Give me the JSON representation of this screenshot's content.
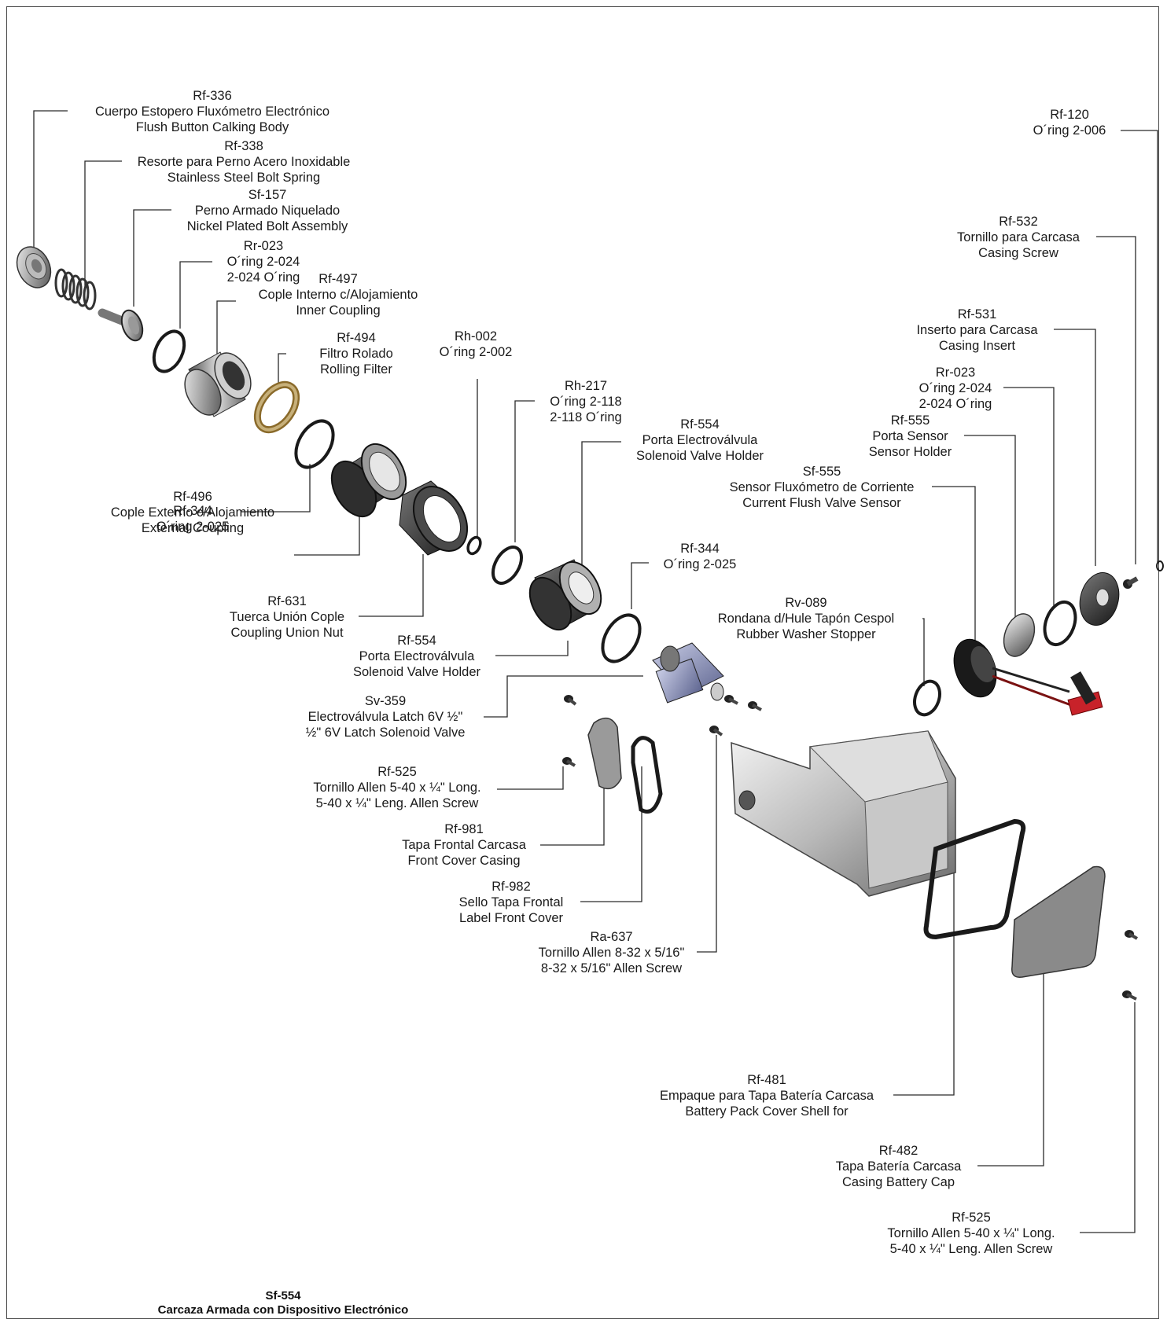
{
  "diagram": {
    "title": {
      "code": "Sf-554",
      "name": "Carcaza Armada con Dispositivo Electrónico"
    },
    "parts": [
      {
        "id": "rf336",
        "code": "Rf-336",
        "name": "Cuerpo Estopero Fluxómetro Electrónico",
        "desc": "Flush Button Calking Body"
      },
      {
        "id": "rf338",
        "code": "Rf-338",
        "name": "Resorte para Perno Acero Inoxidable",
        "desc": "Stainless Steel Bolt Spring"
      },
      {
        "id": "sf157",
        "code": "Sf-157",
        "name": "Perno Armado Niquelado",
        "desc": "Nickel Plated Bolt Assembly"
      },
      {
        "id": "rr023a",
        "code": "Rr-023",
        "name": "O´ring 2-024",
        "desc": "2-024 O´ring"
      },
      {
        "id": "rf497",
        "code": "Rf-497",
        "name": "Cople Interno c/Alojamiento",
        "desc": "Inner Coupling"
      },
      {
        "id": "rf494",
        "code": "Rf-494",
        "name": "Filtro Rolado",
        "desc": "Rolling Filter"
      },
      {
        "id": "rh002",
        "code": "Rh-002",
        "name": "O´ring 2-002",
        "desc": ""
      },
      {
        "id": "rh217",
        "code": "Rh-217",
        "name": "O´ring 2-118",
        "desc": "2-118 O´ring"
      },
      {
        "id": "rf554a",
        "code": "Rf-554",
        "name": "Porta Electroválvula",
        "desc": "Solenoid Valve Holder"
      },
      {
        "id": "rf344a",
        "code": "Rf-344",
        "name": "O´ring 2-025",
        "desc": ""
      },
      {
        "id": "rf496",
        "code": "Rf-496",
        "name": "Cople Externo c/Alojamiento",
        "desc": "External Coupling"
      },
      {
        "id": "rf631",
        "code": "Rf-631",
        "name": "Tuerca Unión Cople",
        "desc": "Coupling Union Nut"
      },
      {
        "id": "rf554b",
        "code": "Rf-554",
        "name": "Porta Electroválvula",
        "desc": "Solenoid Valve Holder"
      },
      {
        "id": "rf344b",
        "code": "Rf-344",
        "name": "O´ring 2-025",
        "desc": ""
      },
      {
        "id": "sv359",
        "code": "Sv-359",
        "name": "Electroválvula Latch 6V ½\"",
        "desc": "½\" 6V Latch Solenoid Valve"
      },
      {
        "id": "rv089",
        "code": "Rv-089",
        "name": "Rondana d/Hule Tapón Cespol",
        "desc": "Rubber Washer Stopper"
      },
      {
        "id": "rf525a",
        "code": "Rf-525",
        "name": "Tornillo Allen 5-40 x ¼\" Long.",
        "desc": "5-40 x ¼\" Leng. Allen Screw"
      },
      {
        "id": "rf981",
        "code": "Rf-981",
        "name": "Tapa Frontal Carcasa",
        "desc": "Front Cover Casing"
      },
      {
        "id": "rf982",
        "code": "Rf-982",
        "name": "Sello Tapa Frontal",
        "desc": "Label Front Cover"
      },
      {
        "id": "ra637",
        "code": "Ra-637",
        "name": "Tornillo Allen 8-32 x 5/16\"",
        "desc": "8-32 x 5/16\" Allen Screw"
      },
      {
        "id": "rf120",
        "code": "Rf-120",
        "name": "O´ring 2-006",
        "desc": ""
      },
      {
        "id": "rf532",
        "code": "Rf-532",
        "name": "Tornillo para Carcasa",
        "desc": "Casing Screw"
      },
      {
        "id": "rf531",
        "code": "Rf-531",
        "name": "Inserto para Carcasa",
        "desc": "Casing Insert"
      },
      {
        "id": "rr023b",
        "code": "Rr-023",
        "name": "O´ring 2-024",
        "desc": "2-024 O´ring"
      },
      {
        "id": "rf555",
        "code": "Rf-555",
        "name": "Porta Sensor",
        "desc": "Sensor Holder"
      },
      {
        "id": "sf555",
        "code": "Sf-555",
        "name": "Sensor Fluxómetro de Corriente",
        "desc": "Current Flush Valve Sensor"
      },
      {
        "id": "rf481",
        "code": "Rf-481",
        "name": "Empaque para Tapa Batería Carcasa",
        "desc": "Battery Pack Cover Shell for"
      },
      {
        "id": "rf482",
        "code": "Rf-482",
        "name": "Tapa Batería Carcasa",
        "desc": "Casing Battery Cap"
      },
      {
        "id": "rf525b",
        "code": "Rf-525",
        "name": "Tornillo Allen 5-40 x ¼\" Long.",
        "desc": "5-40 x ¼\" Leng. Allen Screw"
      }
    ]
  }
}
